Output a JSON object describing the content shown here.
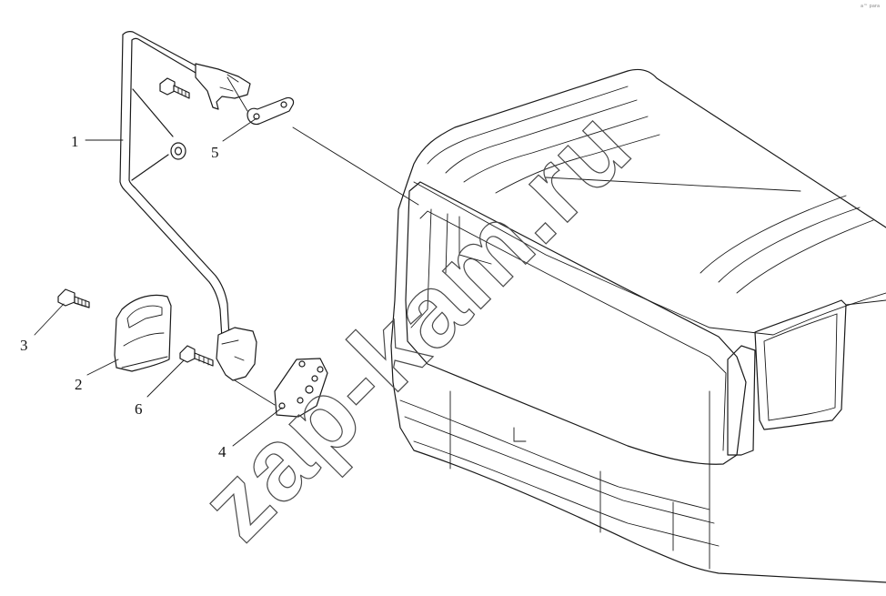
{
  "diagram": {
    "callouts": [
      {
        "id": "1",
        "label": "1"
      },
      {
        "id": "2",
        "label": "2"
      },
      {
        "id": "3",
        "label": "3"
      },
      {
        "id": "4",
        "label": "4"
      },
      {
        "id": "5",
        "label": "5"
      },
      {
        "id": "6",
        "label": "6"
      }
    ],
    "watermark": "zap-kam.ru",
    "corner_mark": "a™ para"
  }
}
